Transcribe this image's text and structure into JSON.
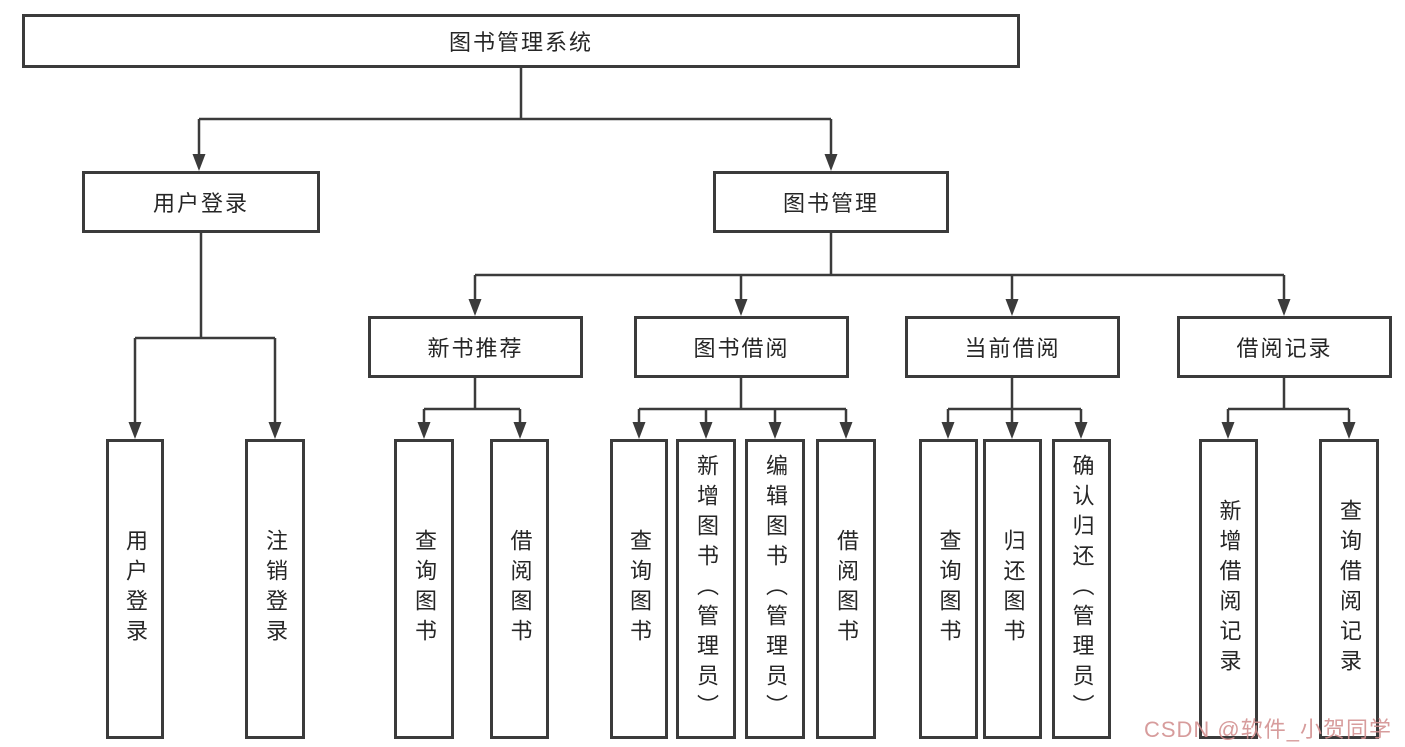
{
  "colors": {
    "background": "#ffffff",
    "line": "#3b3b3b",
    "box_border": "#3b3b3b",
    "text": "#262626",
    "watermark": "#d18e8e"
  },
  "diagram": {
    "type": "hierarchy-tree",
    "root": {
      "label": "图书管理系统"
    },
    "level2": [
      {
        "label": "用户登录",
        "parent": "图书管理系统"
      },
      {
        "label": "图书管理",
        "parent": "图书管理系统"
      }
    ],
    "level3": [
      {
        "label": "新书推荐",
        "parent": "图书管理"
      },
      {
        "label": "图书借阅",
        "parent": "图书管理"
      },
      {
        "label": "当前借阅",
        "parent": "图书管理"
      },
      {
        "label": "借阅记录",
        "parent": "图书管理"
      }
    ],
    "leaves": [
      {
        "label": "用户登录",
        "parent": "用户登录"
      },
      {
        "label": "注销登录",
        "parent": "用户登录"
      },
      {
        "label": "查询图书",
        "parent": "新书推荐"
      },
      {
        "label": "借阅图书",
        "parent": "新书推荐"
      },
      {
        "label": "查询图书",
        "parent": "图书借阅"
      },
      {
        "label": "新增图书（管理员）",
        "parent": "图书借阅"
      },
      {
        "label": "编辑图书（管理员）",
        "parent": "图书借阅"
      },
      {
        "label": "借阅图书",
        "parent": "图书借阅"
      },
      {
        "label": "查询图书",
        "parent": "当前借阅"
      },
      {
        "label": "归还图书",
        "parent": "当前借阅"
      },
      {
        "label": "确认归还（管理员）",
        "parent": "当前借阅"
      },
      {
        "label": "新增借阅记录",
        "parent": "借阅记录"
      },
      {
        "label": "查询借阅记录",
        "parent": "借阅记录"
      }
    ]
  },
  "watermark": {
    "text": "CSDN @软件_小贺同学"
  }
}
